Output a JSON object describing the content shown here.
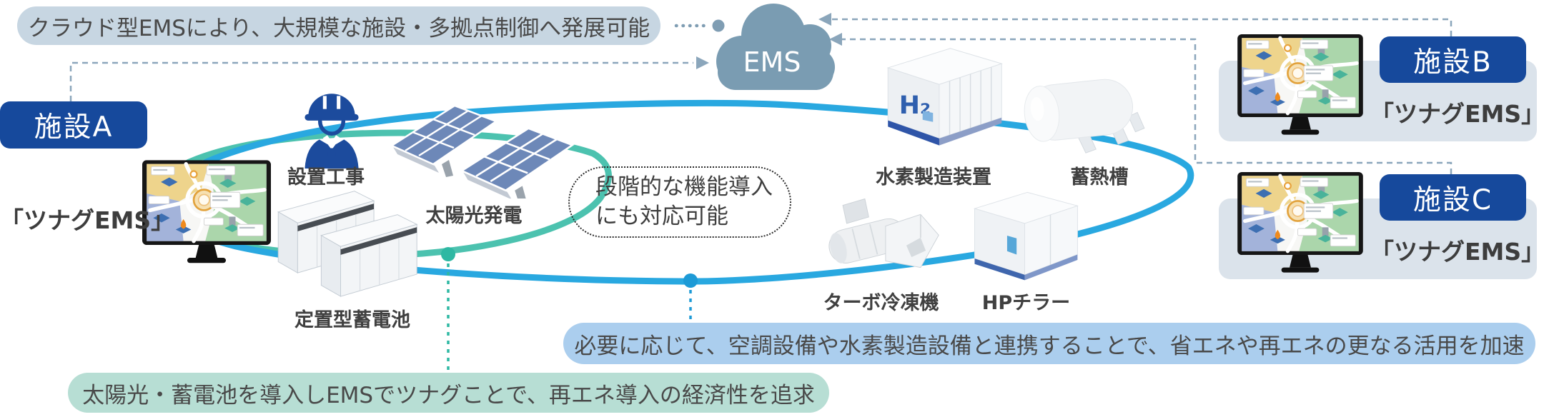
{
  "banners": {
    "cloud": "クラウド型EMSにより、大規模な施設・多拠点制御へ発展可能",
    "hydrogen_hvac": "必要に応じて、空調設備や水素製造設備と連携することで、省エネや再エネの更なる活用を加速",
    "solar_battery": "太陽光・蓄電池を導入しEMSでツナグことで、再エネ導入の経済性を追求"
  },
  "cloud": {
    "label": "EMS"
  },
  "note_bubble": {
    "line1": "段階的な機能導入",
    "line2": "にも対応可能"
  },
  "facilities": {
    "a": {
      "name": "施設A",
      "system": "「ツナグEMS」"
    },
    "b": {
      "name": "施設B",
      "system": "「ツナグEMS」"
    },
    "c": {
      "name": "施設C",
      "system": "「ツナグEMS」"
    }
  },
  "labels": {
    "construction": "設置工事",
    "solar": "太陽光発電",
    "battery": "定置型蓄電池",
    "hydrogen": "水素製造装置",
    "heat_tank": "蓄熱槽",
    "turbo_chiller": "ターボ冷凍機",
    "hp_chiller": "HPチラー"
  },
  "equipment_marks": {
    "hydrogen_h2": "H₂"
  },
  "colors": {
    "facility_badge": "#16499c",
    "banner_cloud_bg": "#c7d6e2",
    "banner_blue_bg": "#abceee",
    "banner_green_bg": "#b7ded4",
    "loop_blue": "#29a8e0",
    "loop_teal": "#4cc2af",
    "cloud_fill": "#7a9cb2",
    "dashed_line": "#8ba6bb",
    "worker_blue": "#1c4b9d",
    "text": "#494949"
  },
  "icons": {
    "cloud": "ems-cloud-icon",
    "monitor": "dashboard-monitor-icon",
    "worker": "construction-worker-icon",
    "solar": "solar-panel-icon",
    "battery": "stationary-battery-icon",
    "hydrogen": "hydrogen-plant-icon",
    "heat_tank": "heat-storage-tank-icon",
    "turbo_chiller": "turbo-chiller-icon",
    "hp_chiller": "hp-chiller-icon"
  }
}
